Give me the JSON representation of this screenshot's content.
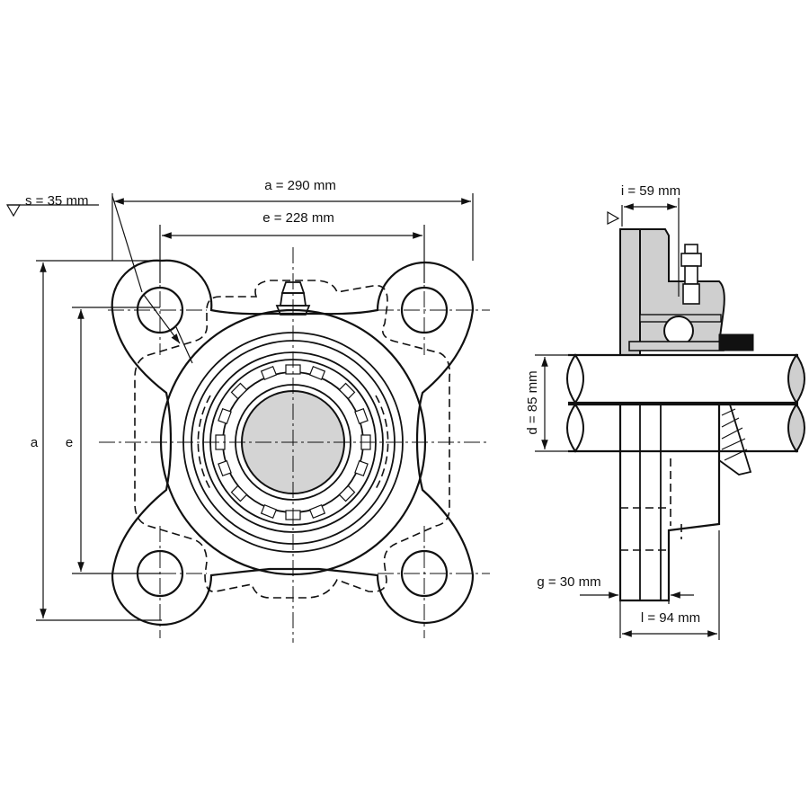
{
  "labels": {
    "s": "s = 35 mm",
    "a_top": "a = 290 mm",
    "e_top": "e = 228 mm",
    "a_side": "a",
    "e_side": "e",
    "i": "i = 59 mm",
    "d": "d = 85 mm",
    "g": "g = 30 mm",
    "l": "l = 94 mm"
  },
  "colors": {
    "line": "#111111",
    "fill_shaft": "#d4d4d4",
    "fill_housing_section": "#cfcfcf"
  }
}
